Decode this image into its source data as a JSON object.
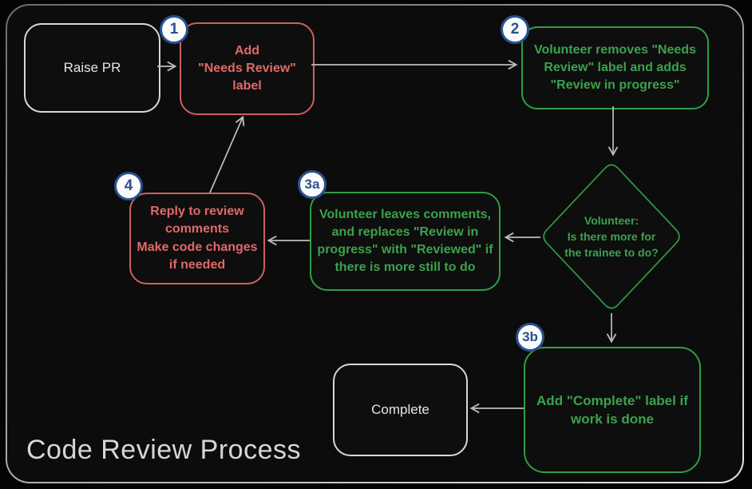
{
  "title": "Code Review Process",
  "badges": {
    "step1": "1",
    "step2": "2",
    "step3a": "3a",
    "step4": "4",
    "step3b": "3b"
  },
  "nodes": {
    "raise_pr": "Raise PR",
    "add_needs_review": "Add\n\"Needs Review\"\nlabel",
    "volunteer_removes": "Volunteer removes \"Needs\nReview\" label and adds\n\"Review in progress\"",
    "decision": "Volunteer:\nIs there more for\nthe trainee to do?",
    "leaves_comments": "Volunteer leaves comments,\nand replaces \"Review in\nprogress\" with \"Reviewed\" if\nthere is more still to do",
    "reply_comments": "Reply to review\ncomments\nMake code changes\nif needed",
    "add_complete": "Add \"Complete\" label if\nwork is done",
    "complete": "Complete"
  },
  "colors": {
    "background": "#0c0c0c",
    "red_text": "#e16868",
    "red_border": "#cf5f5f",
    "green_text": "#3ba24c",
    "green_border": "#2e9e44",
    "neutral_border": "#d8d8d8",
    "neutral_text": "#e6e6e6",
    "badge_blue": "#2a5191",
    "arrow_gray": "#bdbdbd",
    "title_gray": "#d6d6d6"
  }
}
